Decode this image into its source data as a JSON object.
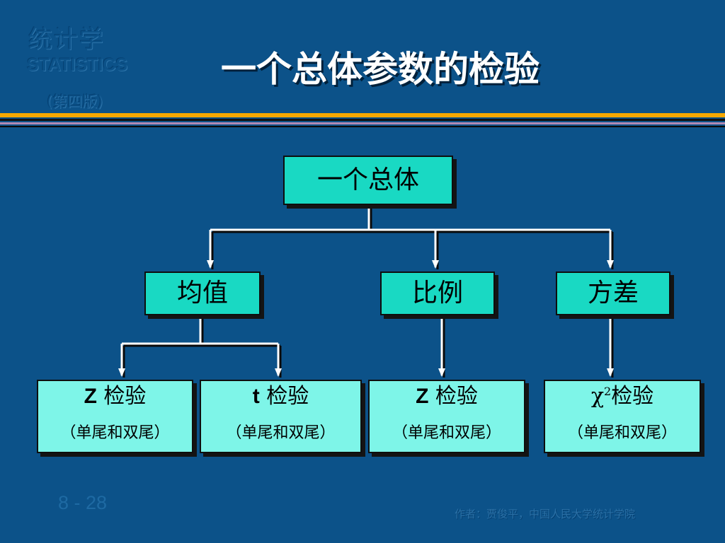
{
  "logo": {
    "cn": "统计学",
    "en": "STATISTICS",
    "edition": "(第四版)"
  },
  "title": "一个总体参数的检验",
  "diagram": {
    "root": {
      "label": "一个总体"
    },
    "mid": [
      {
        "label": "均值"
      },
      {
        "label": "比例"
      },
      {
        "label": "方差"
      }
    ],
    "leaves": [
      {
        "prefix": "Z",
        "label": " 检验",
        "note": "（单尾和双尾）"
      },
      {
        "prefix": "t",
        "label": " 检验",
        "note": "（单尾和双尾）"
      },
      {
        "prefix": "Z",
        "label": " 检验",
        "note": "（单尾和双尾）"
      },
      {
        "prefix": "χ",
        "exp": "2",
        "label": "检验",
        "note": "（单尾和双尾）"
      }
    ]
  },
  "footer": {
    "page": "8 - 28",
    "author": "作者：贾俊平，中国人民大学统计学院"
  },
  "colors": {
    "background": "#0c5289",
    "node": "#19d9c3",
    "leaf": "#7ef5e8",
    "bar_orange": "#f6a800",
    "bar_purple": "#b08ab4"
  }
}
